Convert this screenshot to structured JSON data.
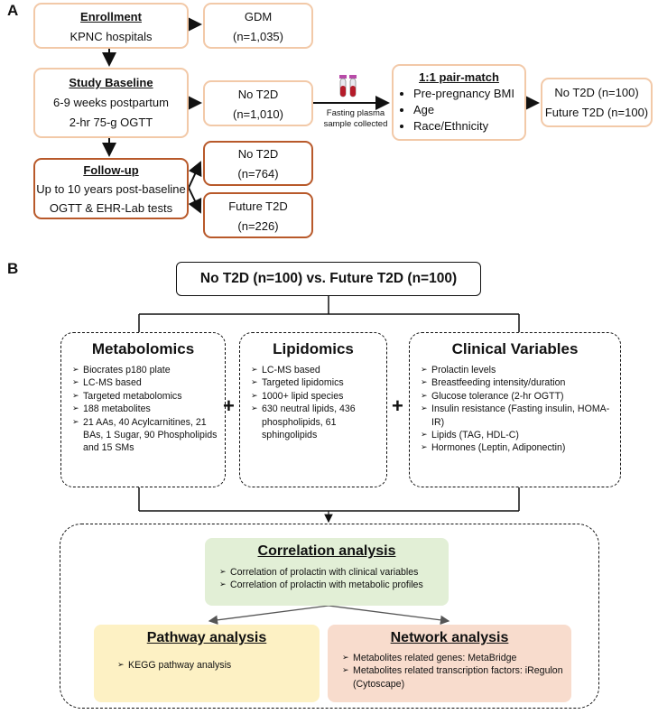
{
  "panel_a": {
    "letter": "A",
    "enrollment": {
      "title": "Enrollment",
      "text": "KPNC hospitals"
    },
    "gdm": {
      "title": "GDM",
      "count": "(n=1,035)"
    },
    "baseline": {
      "title": "Study Baseline",
      "line1": "6-9 weeks postpartum",
      "line2": "2-hr 75-g OGTT"
    },
    "no_t2d_baseline": {
      "title": "No T2D",
      "count": "(n=1,010)"
    },
    "sample_caption": {
      "line1": "Fasting plasma",
      "line2": "sample collected"
    },
    "pair_match": {
      "title": "1:1 pair-match",
      "items": [
        "Pre-pregnancy BMI",
        "Age",
        "Race/Ethnicity"
      ]
    },
    "matched": {
      "line1": "No T2D (n=100)",
      "line2": "Future T2D (n=100)"
    },
    "followup": {
      "title": "Follow-up",
      "line1": "Up to 10 years post-baseline",
      "line2": "OGTT & EHR-Lab tests"
    },
    "no_t2d_followup": {
      "title": "No T2D",
      "count": "(n=764)"
    },
    "future_t2d": {
      "title": "Future T2D",
      "count": "(n=226)"
    }
  },
  "panel_b": {
    "letter": "B",
    "header": "No T2D (n=100) vs. Future T2D (n=100)",
    "plus": "+",
    "metabolomics": {
      "title": "Metabolomics",
      "items": [
        "Biocrates p180 plate",
        "LC-MS based",
        "Targeted metabolomics",
        "188 metabolites",
        "21 AAs, 40 Acylcarnitines, 21 BAs, 1 Sugar, 90 Phospholipids and 15 SMs"
      ]
    },
    "lipidomics": {
      "title": "Lipidomics",
      "items": [
        "LC-MS based",
        "Targeted lipidomics",
        "1000+ lipid species",
        "630 neutral lipids, 436 phospholipids, 61 sphingolipids"
      ]
    },
    "clinical": {
      "title": "Clinical Variables",
      "items": [
        "Prolactin levels",
        "Breastfeeding intensity/duration",
        "Glucose tolerance (2-hr OGTT)",
        "Insulin resistance (Fasting insulin, HOMA-IR)",
        "Lipids (TAG, HDL-C)",
        "Hormones (Leptin, Adiponectin)"
      ]
    },
    "correlation": {
      "title": "Correlation analysis",
      "items": [
        "Correlation of prolactin with clinical variables",
        "Correlation of prolactin with metabolic profiles"
      ]
    },
    "pathway": {
      "title": "Pathway analysis",
      "items": [
        "KEGG pathway analysis"
      ]
    },
    "network": {
      "title": "Network analysis",
      "items": [
        "Metabolites related genes: MetaBridge",
        "Metabolites related transcription factors: iRegulon (Cytoscape)"
      ]
    },
    "colors": {
      "correlation_bg": "#e2efd6",
      "pathway_bg": "#fdf1c4",
      "network_bg": "#f8dccd"
    }
  },
  "colors": {
    "light_border": "#f2c9a8",
    "dark_border": "#b8592a"
  }
}
